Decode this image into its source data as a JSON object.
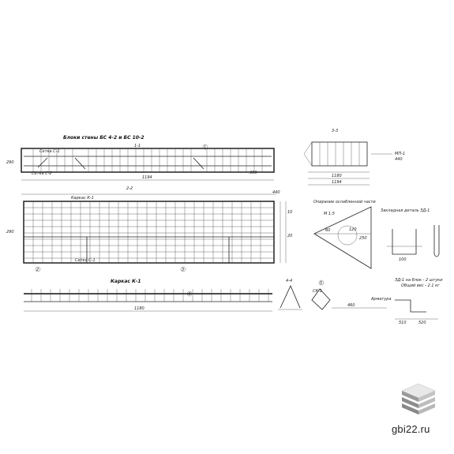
{
  "drawing": {
    "title": "Блоки стены БС 4-2 и БС 10-2",
    "sections": {
      "s11": "1-1",
      "s22": "2-2",
      "s33": "3-3",
      "s44": "4-4",
      "karkas": "Каркас К-1",
      "zakl_detal": "Закладная деталь ЗД-1",
      "opiranie": "Опирание ослабленной части",
      "scale": "М 1:5",
      "zd_note": "ЗД-1 на блок - 2 штуки",
      "zd_weight": "Общий вес - 2.1 кг"
    },
    "labels": {
      "setka_s1": "Сетка С-1",
      "setka_s2": "Сетка С-2",
      "karkas_k1": "Каркас К-1",
      "mp1": "МП-1",
      "sk1": "СК-1",
      "armatura": "Арматура"
    },
    "dims": {
      "d290": "290",
      "d440": "440",
      "d300": "300",
      "d100": "100",
      "d1194": "1194",
      "d1180": "1180",
      "d460": "460",
      "d510": "510",
      "d520": "520",
      "d250": "250",
      "d120": "120",
      "d60": "60",
      "d10": "10",
      "d20": "20"
    },
    "callouts": [
      "1",
      "2",
      "3",
      "4",
      "5"
    ]
  },
  "watermark": {
    "site": "gbi22.ru"
  }
}
